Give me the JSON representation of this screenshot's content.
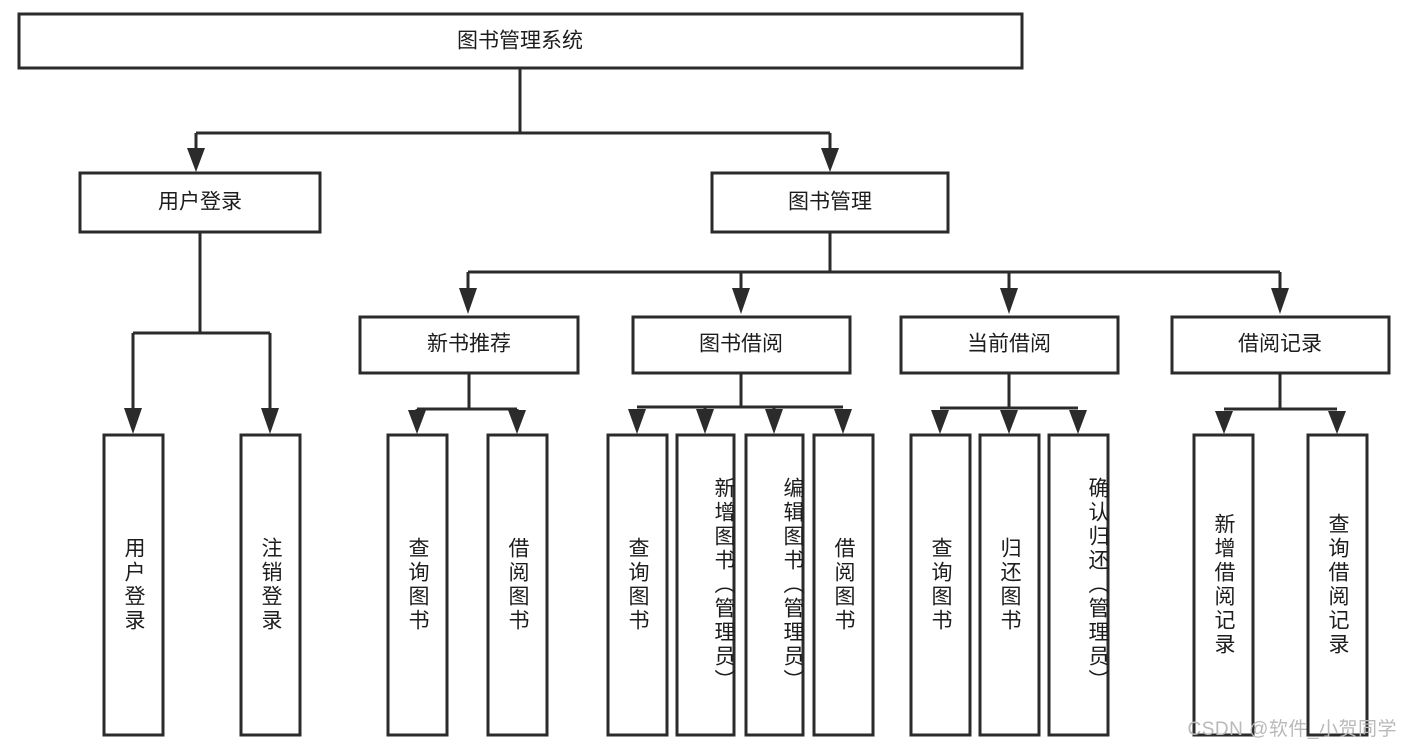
{
  "diagram": {
    "type": "tree",
    "title": "图书管理系统",
    "background_color": "#ffffff",
    "line_color": "#2b2b2b",
    "text_color": "#1d1d1d",
    "watermark": "CSDN @软件_小贺同学",
    "levels": {
      "root": {
        "label": "图书管理系统"
      },
      "level2": [
        {
          "label": "用户登录"
        },
        {
          "label": "图书管理"
        }
      ],
      "level3": [
        {
          "label": "新书推荐"
        },
        {
          "label": "图书借阅"
        },
        {
          "label": "当前借阅"
        },
        {
          "label": "借阅记录"
        }
      ],
      "leaves": {
        "user_login": [
          {
            "label": "用户登录"
          },
          {
            "label": "注销登录"
          }
        ],
        "new_book_recommend": [
          {
            "label": "查询图书"
          },
          {
            "label": "借阅图书"
          }
        ],
        "book_borrow": [
          {
            "label": "查询图书"
          },
          {
            "label": "新增图书（管理员）"
          },
          {
            "label": "编辑图书（管理员）"
          },
          {
            "label": "借阅图书"
          }
        ],
        "current_borrow": [
          {
            "label": "查询图书"
          },
          {
            "label": "归还图书"
          },
          {
            "label": "确认归还（管理员）"
          }
        ],
        "borrow_record": [
          {
            "label": "新增借阅记录"
          },
          {
            "label": "查询借阅记录"
          }
        ]
      }
    }
  }
}
